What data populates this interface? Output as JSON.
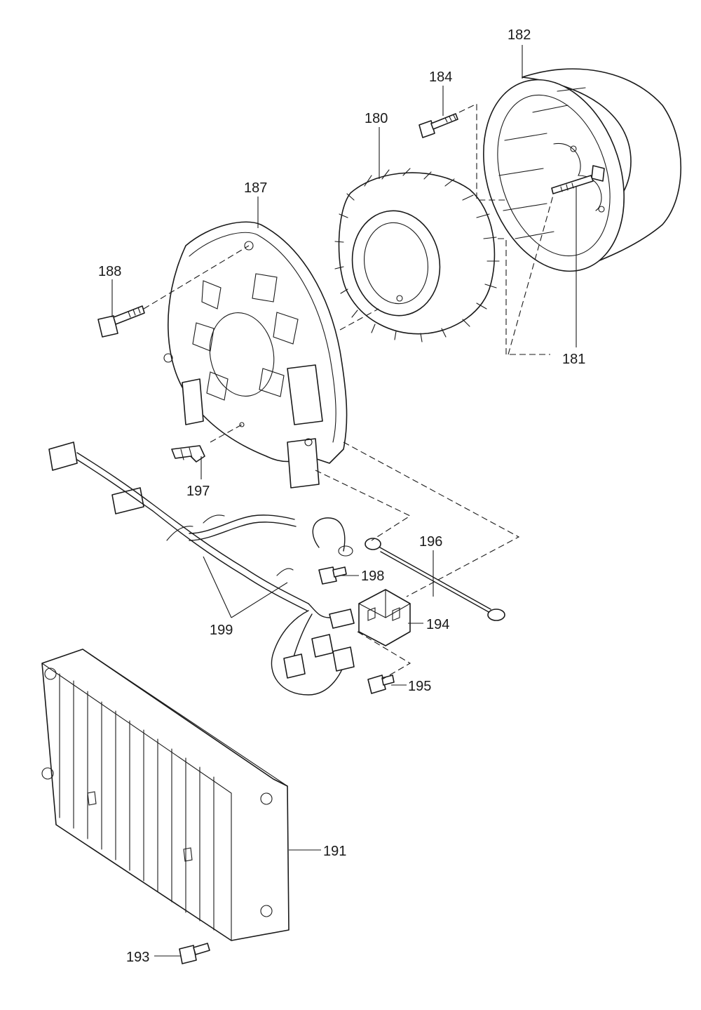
{
  "callouts": {
    "c180": "180",
    "c181": "181",
    "c182": "182",
    "c184": "184",
    "c187": "187",
    "c188": "188",
    "c191": "191",
    "c193": "193",
    "c194": "194",
    "c195": "195",
    "c196": "196",
    "c197": "197",
    "c198": "198",
    "c199": "199"
  }
}
